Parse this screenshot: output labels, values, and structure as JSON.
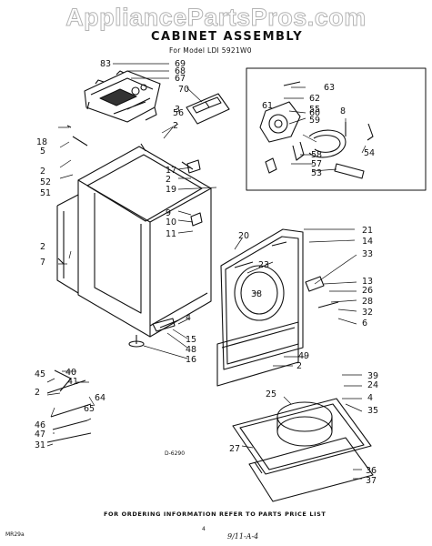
{
  "watermark": "AppliancePartsPros.com",
  "title": "CABINET ASSEMBLY",
  "subtitle": "For Model LDI 5921W0",
  "drawing_ref": "D-6290",
  "footer": "FOR ORDERING INFORMATION REFER TO PARTS PRICE LIST",
  "page_number": "4",
  "signature": "9/11-A-4",
  "doc_code": "MR29a",
  "callouts": [
    "83",
    "69",
    "68",
    "67",
    "70",
    "63",
    "62",
    "61",
    "60",
    "59",
    "55",
    "8",
    "58",
    "57",
    "53",
    "54",
    "56",
    "3",
    "2",
    "18",
    "5",
    "2",
    "52",
    "51",
    "17",
    "2",
    "19",
    "9",
    "10",
    "11",
    "20",
    "21",
    "14",
    "23",
    "38",
    "33",
    "13",
    "26",
    "28",
    "32",
    "6",
    "2",
    "7",
    "4",
    "15",
    "48",
    "16",
    "49",
    "2",
    "40",
    "41",
    "45",
    "2",
    "64",
    "65",
    "46",
    "47",
    "31",
    "25",
    "39",
    "24",
    "4",
    "35",
    "27",
    "36",
    "37"
  ]
}
